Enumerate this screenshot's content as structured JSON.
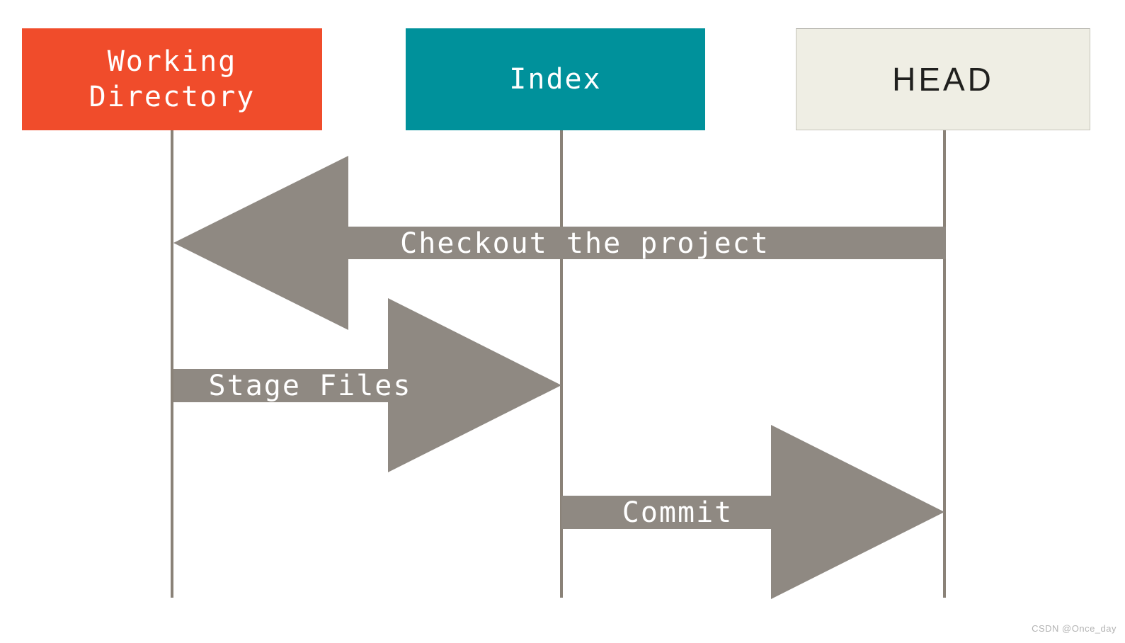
{
  "diagram": {
    "type": "git-workflow-sequence",
    "columns": [
      {
        "id": "working-directory",
        "label": "Working Directory",
        "fill": "#F04C2B",
        "text_color": "#FFFFFF"
      },
      {
        "id": "index",
        "label": "Index",
        "fill": "#00919B",
        "text_color": "#FFFFFF"
      },
      {
        "id": "head",
        "label": "HEAD",
        "fill": "#EFEEE4",
        "text_color": "#20201E"
      }
    ],
    "arrows": [
      {
        "label": "Checkout the project",
        "from": "HEAD",
        "to": "Working Directory",
        "direction": "left"
      },
      {
        "label": "Stage Files",
        "from": "Working Directory",
        "to": "Index",
        "direction": "right"
      },
      {
        "label": "Commit",
        "from": "Index",
        "to": "HEAD",
        "direction": "right"
      }
    ],
    "colors": {
      "arrow": "#8F8982",
      "lifeline": "#8A8278"
    }
  },
  "watermark": {
    "text": "CSDN @Once_day"
  }
}
